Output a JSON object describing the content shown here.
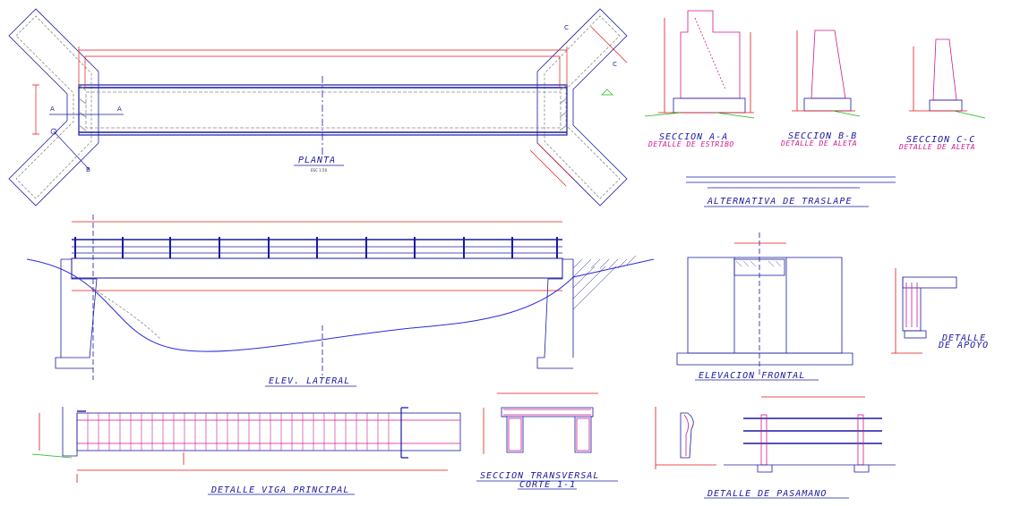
{
  "titles": {
    "planta": "PLANTA",
    "seccion_aa": "SECCION A-A",
    "detalle_estribo": "DETALLE DE ESTRIBO",
    "seccion_bb": "SECCION B-B",
    "detalle_aleta_b": "DETALLE DE ALETA",
    "seccion_cc": "SECCION C-C",
    "detalle_aleta_c": "DETALLE DE ALETA",
    "alternativa": "ALTERNATIVA DE TRASLAPE",
    "elev_lateral": "ELEV. LATERAL",
    "elevacion_frontal": "ELEVACION FRONTAL",
    "detalle_apoyo_1": "DETALLE",
    "detalle_apoyo_2": "DE APOYO",
    "detalle_viga": "DETALLE VIGA PRINCIPAL",
    "seccion_transversal": "SECCION TRANSVERSAL",
    "corte": "CORTE 1-1",
    "detalle_pasamano": "DETALLE DE PASAMANO"
  },
  "markers": {
    "a_left": "A",
    "a_right": "A",
    "b_left": "B",
    "c_top": "C",
    "c_right": "C"
  },
  "colors": {
    "line": "#1a1aa0",
    "dim": "#e01818",
    "rebar": "#d01890",
    "leader": "#18b818",
    "ground": "#2a2ae0",
    "text": "#1a1aa0"
  }
}
